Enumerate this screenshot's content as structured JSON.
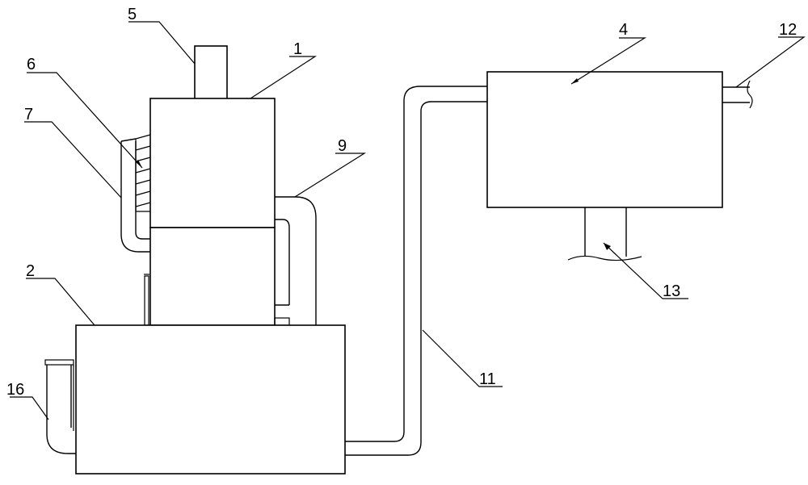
{
  "labels": {
    "l1": "1",
    "l2": "2",
    "l4": "4",
    "l5": "5",
    "l6": "6",
    "l7": "7",
    "l9": "9",
    "l11": "11",
    "l12": "12",
    "l13": "13",
    "l16": "16"
  }
}
